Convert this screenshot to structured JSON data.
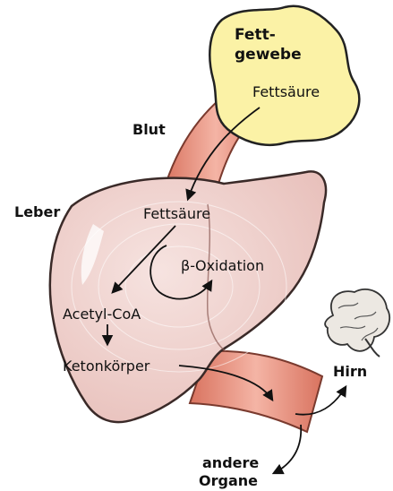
{
  "labels": {
    "fettgewebe_line1": "Fett-",
    "fettgewebe_line2": "gewebe",
    "fettsaeure_fat": "Fettsäure",
    "blut": "Blut",
    "leber": "Leber",
    "fettsaeure_liver": "Fettsäure",
    "beta_oxidation": "β-Oxidation",
    "acetyl_coa": "Acetyl-CoA",
    "ketonkoerper": "Ketonkörper",
    "hirn": "Hirn",
    "andere_organe_line1": "andere",
    "andere_organe_line2": "Organe"
  },
  "colors": {
    "fat_tissue": "#fbf2a6",
    "liver": "#f1d3d0",
    "vessel": "#e79a8a",
    "vessel_dark": "#c9634f",
    "brain": "#ece8e2",
    "arrow": "#111111"
  }
}
